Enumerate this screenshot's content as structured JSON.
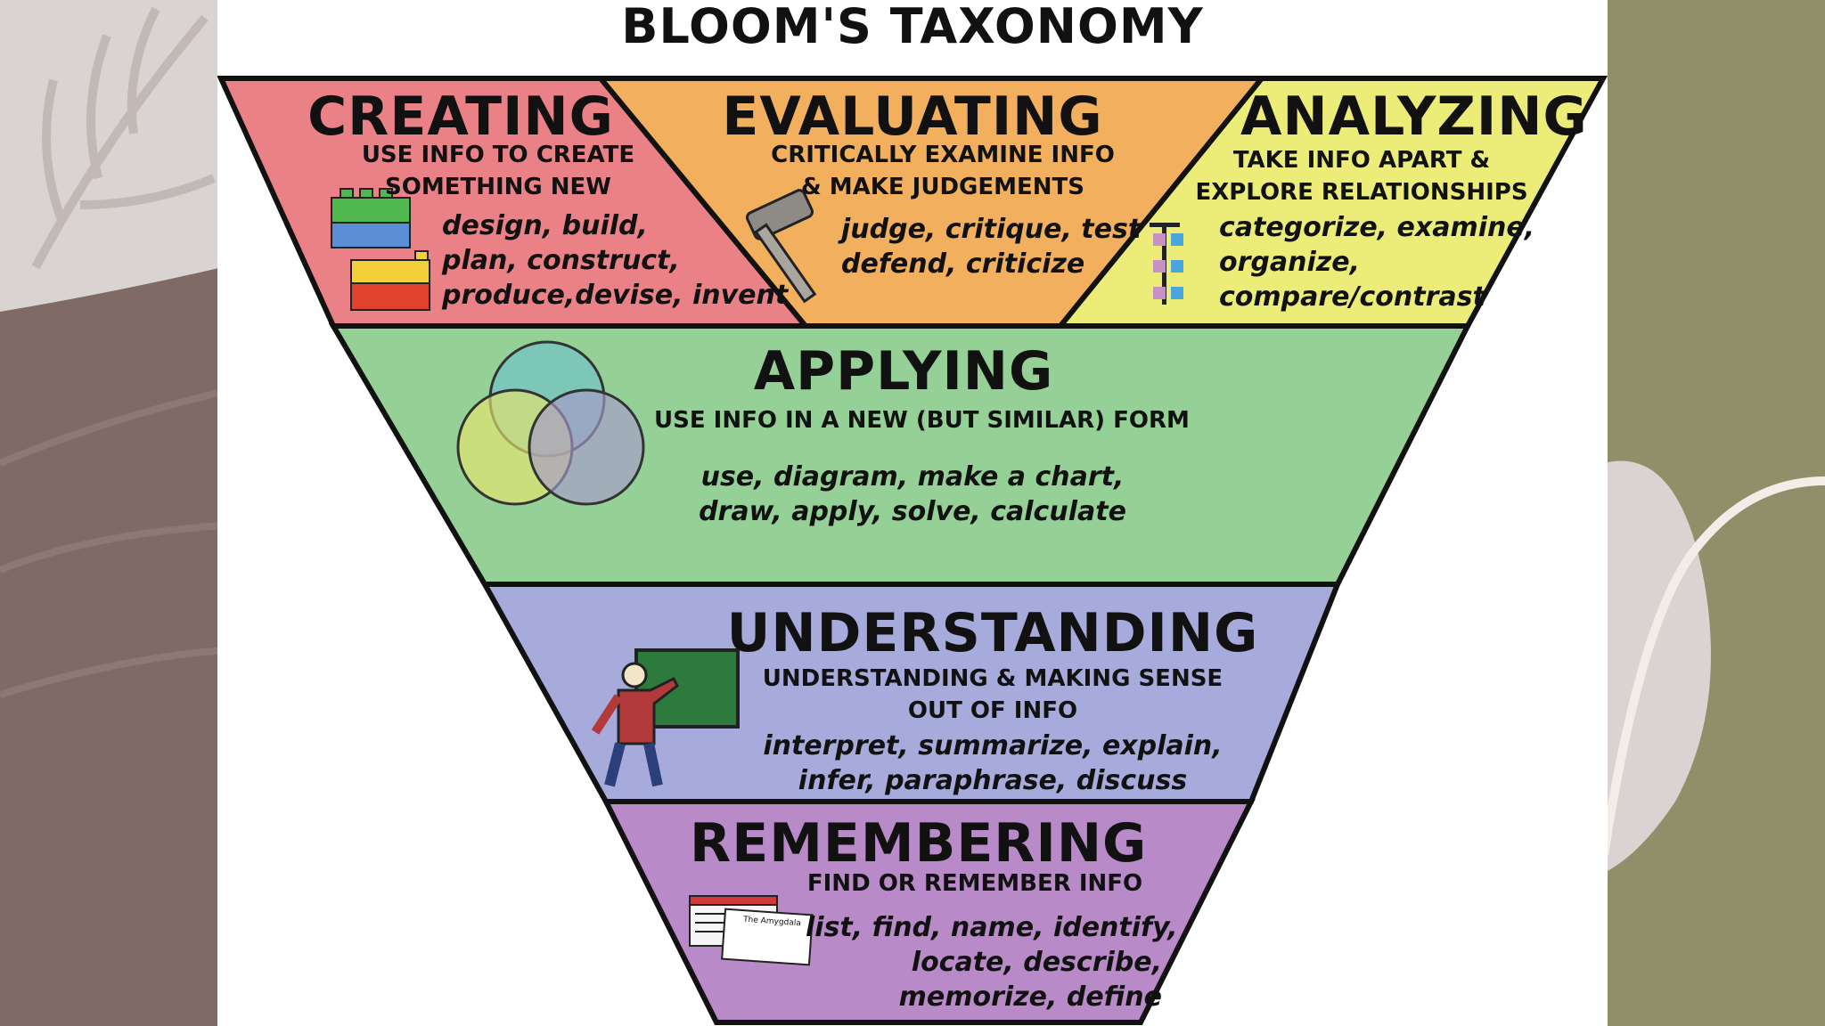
{
  "title": "BLOOM'S TAXONOMY",
  "levels": {
    "creating": {
      "name": "CREATING",
      "description": [
        "USE INFO TO CREATE",
        "SOMETHING NEW"
      ],
      "verbs": [
        "design, build,",
        "plan, construct,",
        "produce,devise, invent"
      ],
      "color": "#e98187",
      "icon": "building-blocks-icon"
    },
    "evaluating": {
      "name": "EVALUATING",
      "description": [
        "CRITICALLY EXAMINE INFO",
        "& MAKE JUDGEMENTS"
      ],
      "verbs": [
        "judge, critique, test",
        "defend, criticize"
      ],
      "color": "#f2b05f",
      "icon": "gavel-icon"
    },
    "analyzing": {
      "name": "ANALYZING",
      "description": [
        "TAKE INFO APART &",
        "EXPLORE RELATIONSHIPS"
      ],
      "verbs": [
        "categorize, examine,",
        "organize,",
        "compare/contrast"
      ],
      "color": "#eced79",
      "icon": "sorting-chart-icon"
    },
    "applying": {
      "name": "APPLYING",
      "description": [
        "USE INFO IN A NEW (BUT SIMILAR) FORM"
      ],
      "verbs": [
        "use, diagram, make a chart,",
        "draw, apply, solve, calculate"
      ],
      "color": "#95d197",
      "icon": "venn-diagram-icon"
    },
    "understanding": {
      "name": "UNDERSTANDING",
      "description": [
        "UNDERSTANDING & MAKING SENSE",
        "OUT OF INFO"
      ],
      "verbs": [
        "interpret, summarize, explain,",
        "infer, paraphrase, discuss"
      ],
      "color": "#a7abdc",
      "icon": "teacher-at-board-icon"
    },
    "remembering": {
      "name": "REMEMBERING",
      "description": [
        "FIND OR REMEMBER INFO"
      ],
      "verbs": [
        "list, find, name, identify,",
        "locate, describe,",
        "memorize, define"
      ],
      "color": "#b88ac7",
      "icon": "flash-cards-icon"
    }
  },
  "flashcard_text": "The Amygdala",
  "background": {
    "left_color": "#7f6a66",
    "right_color": "#8f8f69"
  }
}
